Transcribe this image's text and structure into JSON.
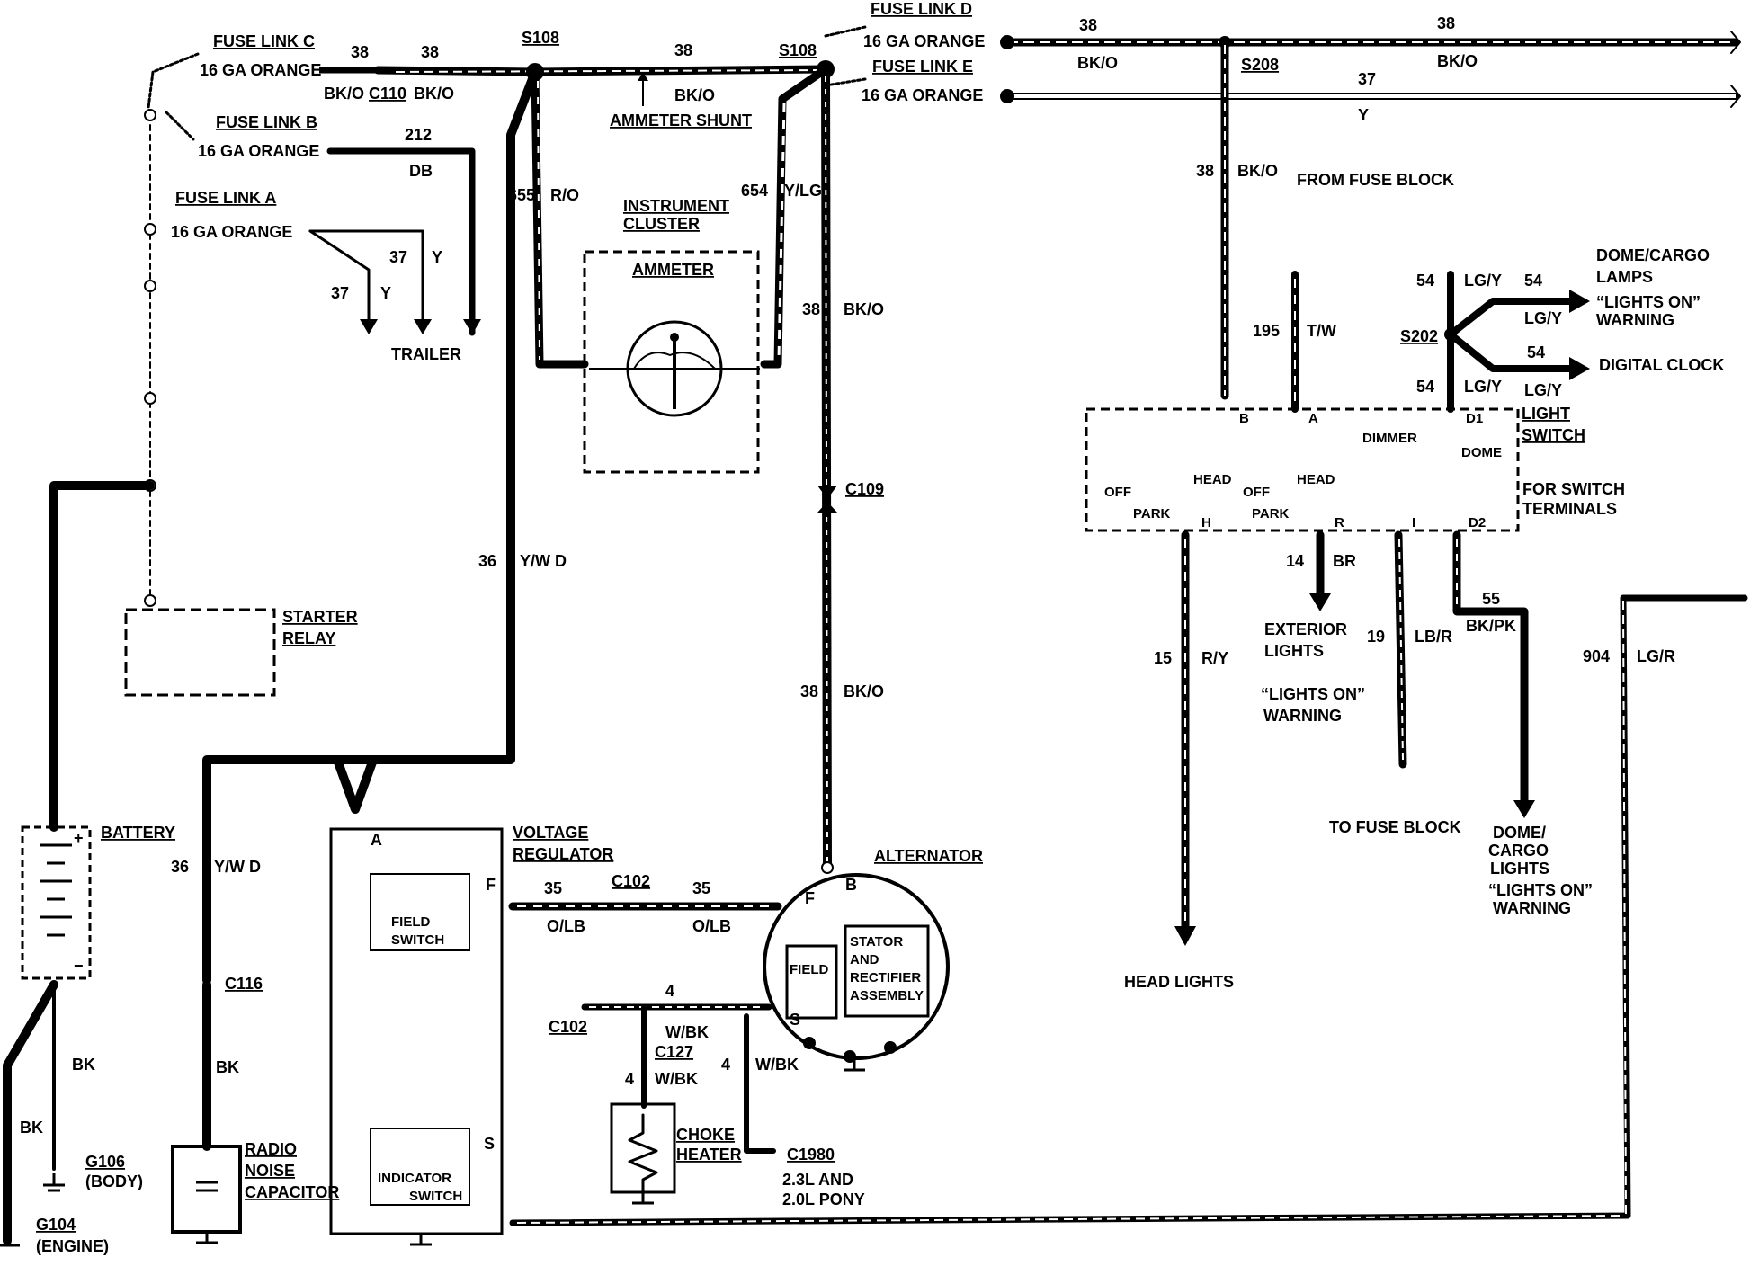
{
  "fuse_links": {
    "c_label": "FUSE LINK C",
    "c_gauge": "16 GA ORANGE",
    "b_label": "FUSE LINK B",
    "b_gauge": "16 GA ORANGE",
    "a_label": "FUSE LINK A",
    "a_gauge": "16 GA ORANGE",
    "d_label": "FUSE LINK D",
    "d_gauge": "16 GA ORANGE",
    "e_label": "FUSE LINK E",
    "e_gauge": "16 GA ORANGE"
  },
  "splices": {
    "s108_left": "S108",
    "s108_right": "S108",
    "s208": "S208",
    "s202": "S202"
  },
  "connectors": {
    "c110": "C110",
    "c109": "C109",
    "c116": "C116",
    "c102_top": "C102",
    "c102_left": "C102",
    "c127": "C127",
    "c1980": "C1980"
  },
  "wires": {
    "w38": "38",
    "bko": "BK/O",
    "w212": "212",
    "db": "DB",
    "w37": "37",
    "y": "Y",
    "w655": "655",
    "ro": "R/O",
    "w654": "654",
    "ylg": "Y/LG",
    "w36": "36",
    "ywd": "Y/W D",
    "w35": "35",
    "olb": "O/LB",
    "w4": "4",
    "wbk": "W/BK",
    "bk": "BK",
    "w195": "195",
    "tw": "T/W",
    "w54": "54",
    "lgy": "LG/Y",
    "w14": "14",
    "br": "BR",
    "w15": "15",
    "ry": "R/Y",
    "w19": "19",
    "lbr": "LB/R",
    "w55": "55",
    "bkpk": "BK/PK",
    "w904": "904",
    "lgr": "LG/R"
  },
  "components": {
    "ammeter_shunt": "AMMETER SHUNT",
    "instrument_cluster_1": "INSTRUMENT",
    "instrument_cluster_2": "CLUSTER",
    "ammeter": "AMMETER",
    "trailer": "TRAILER",
    "starter_relay_1": "STARTER",
    "starter_relay_2": "RELAY",
    "battery": "BATTERY",
    "voltage_regulator_1": "VOLTAGE",
    "voltage_regulator_2": "REGULATOR",
    "field_switch_1": "FIELD",
    "field_switch_2": "SWITCH",
    "indicator_switch_1": "INDICATOR",
    "indicator_switch_2": "SWITCH",
    "alternator": "ALTERNATOR",
    "field": "FIELD",
    "stator_1": "STATOR",
    "stator_2": "AND",
    "stator_3": "RECTIFIER",
    "stator_4": "ASSEMBLY",
    "choke_1": "CHOKE",
    "choke_2": "HEATER",
    "engine_1": "2.3L AND",
    "engine_2": "2.0L PONY",
    "radio_1": "RADIO",
    "radio_2": "NOISE",
    "radio_3": "CAPACITOR",
    "g106": "G106",
    "g106_sub": "(BODY)",
    "g104": "G104",
    "g104_sub": "(ENGINE)",
    "from_fuse_block": "FROM FUSE BLOCK",
    "dome_cargo_lamps_1": "DOME/CARGO",
    "dome_cargo_lamps_2": "LAMPS",
    "lights_on_1": "“LIGHTS ON”",
    "warning": "WARNING",
    "digital_clock": "DIGITAL CLOCK",
    "light_switch_1": "LIGHT",
    "light_switch_2": "SWITCH",
    "for_switch_1": "FOR SWITCH",
    "for_switch_2": "TERMINALS",
    "exterior_1": "EXTERIOR",
    "exterior_2": "LIGHTS",
    "lights_on_warn_1": "“LIGHTS ON”",
    "lights_on_warn_2": "WARNING",
    "to_fuse_block": "TO FUSE BLOCK",
    "dome_cargo_lights_1": "DOME/",
    "dome_cargo_lights_2": "CARGO",
    "dome_cargo_lights_3": "LIGHTS",
    "dome_cargo_lights_4": "“LIGHTS ON”",
    "dome_cargo_lights_5": "WARNING",
    "head_lights": "HEAD LIGHTS"
  },
  "terminals": {
    "a": "A",
    "f": "F",
    "s": "S",
    "b": "B",
    "plus": "+",
    "minus": "−",
    "sw_b": "B",
    "sw_a": "A",
    "sw_d1": "D1",
    "sw_h": "H",
    "sw_r": "R",
    "sw_i": "I",
    "sw_d2": "D2",
    "off1": "OFF",
    "head1": "HEAD",
    "park1": "PARK",
    "off2": "OFF",
    "head2": "HEAD",
    "park2": "PARK",
    "dimmer": "DIMMER",
    "dome": "DOME"
  }
}
